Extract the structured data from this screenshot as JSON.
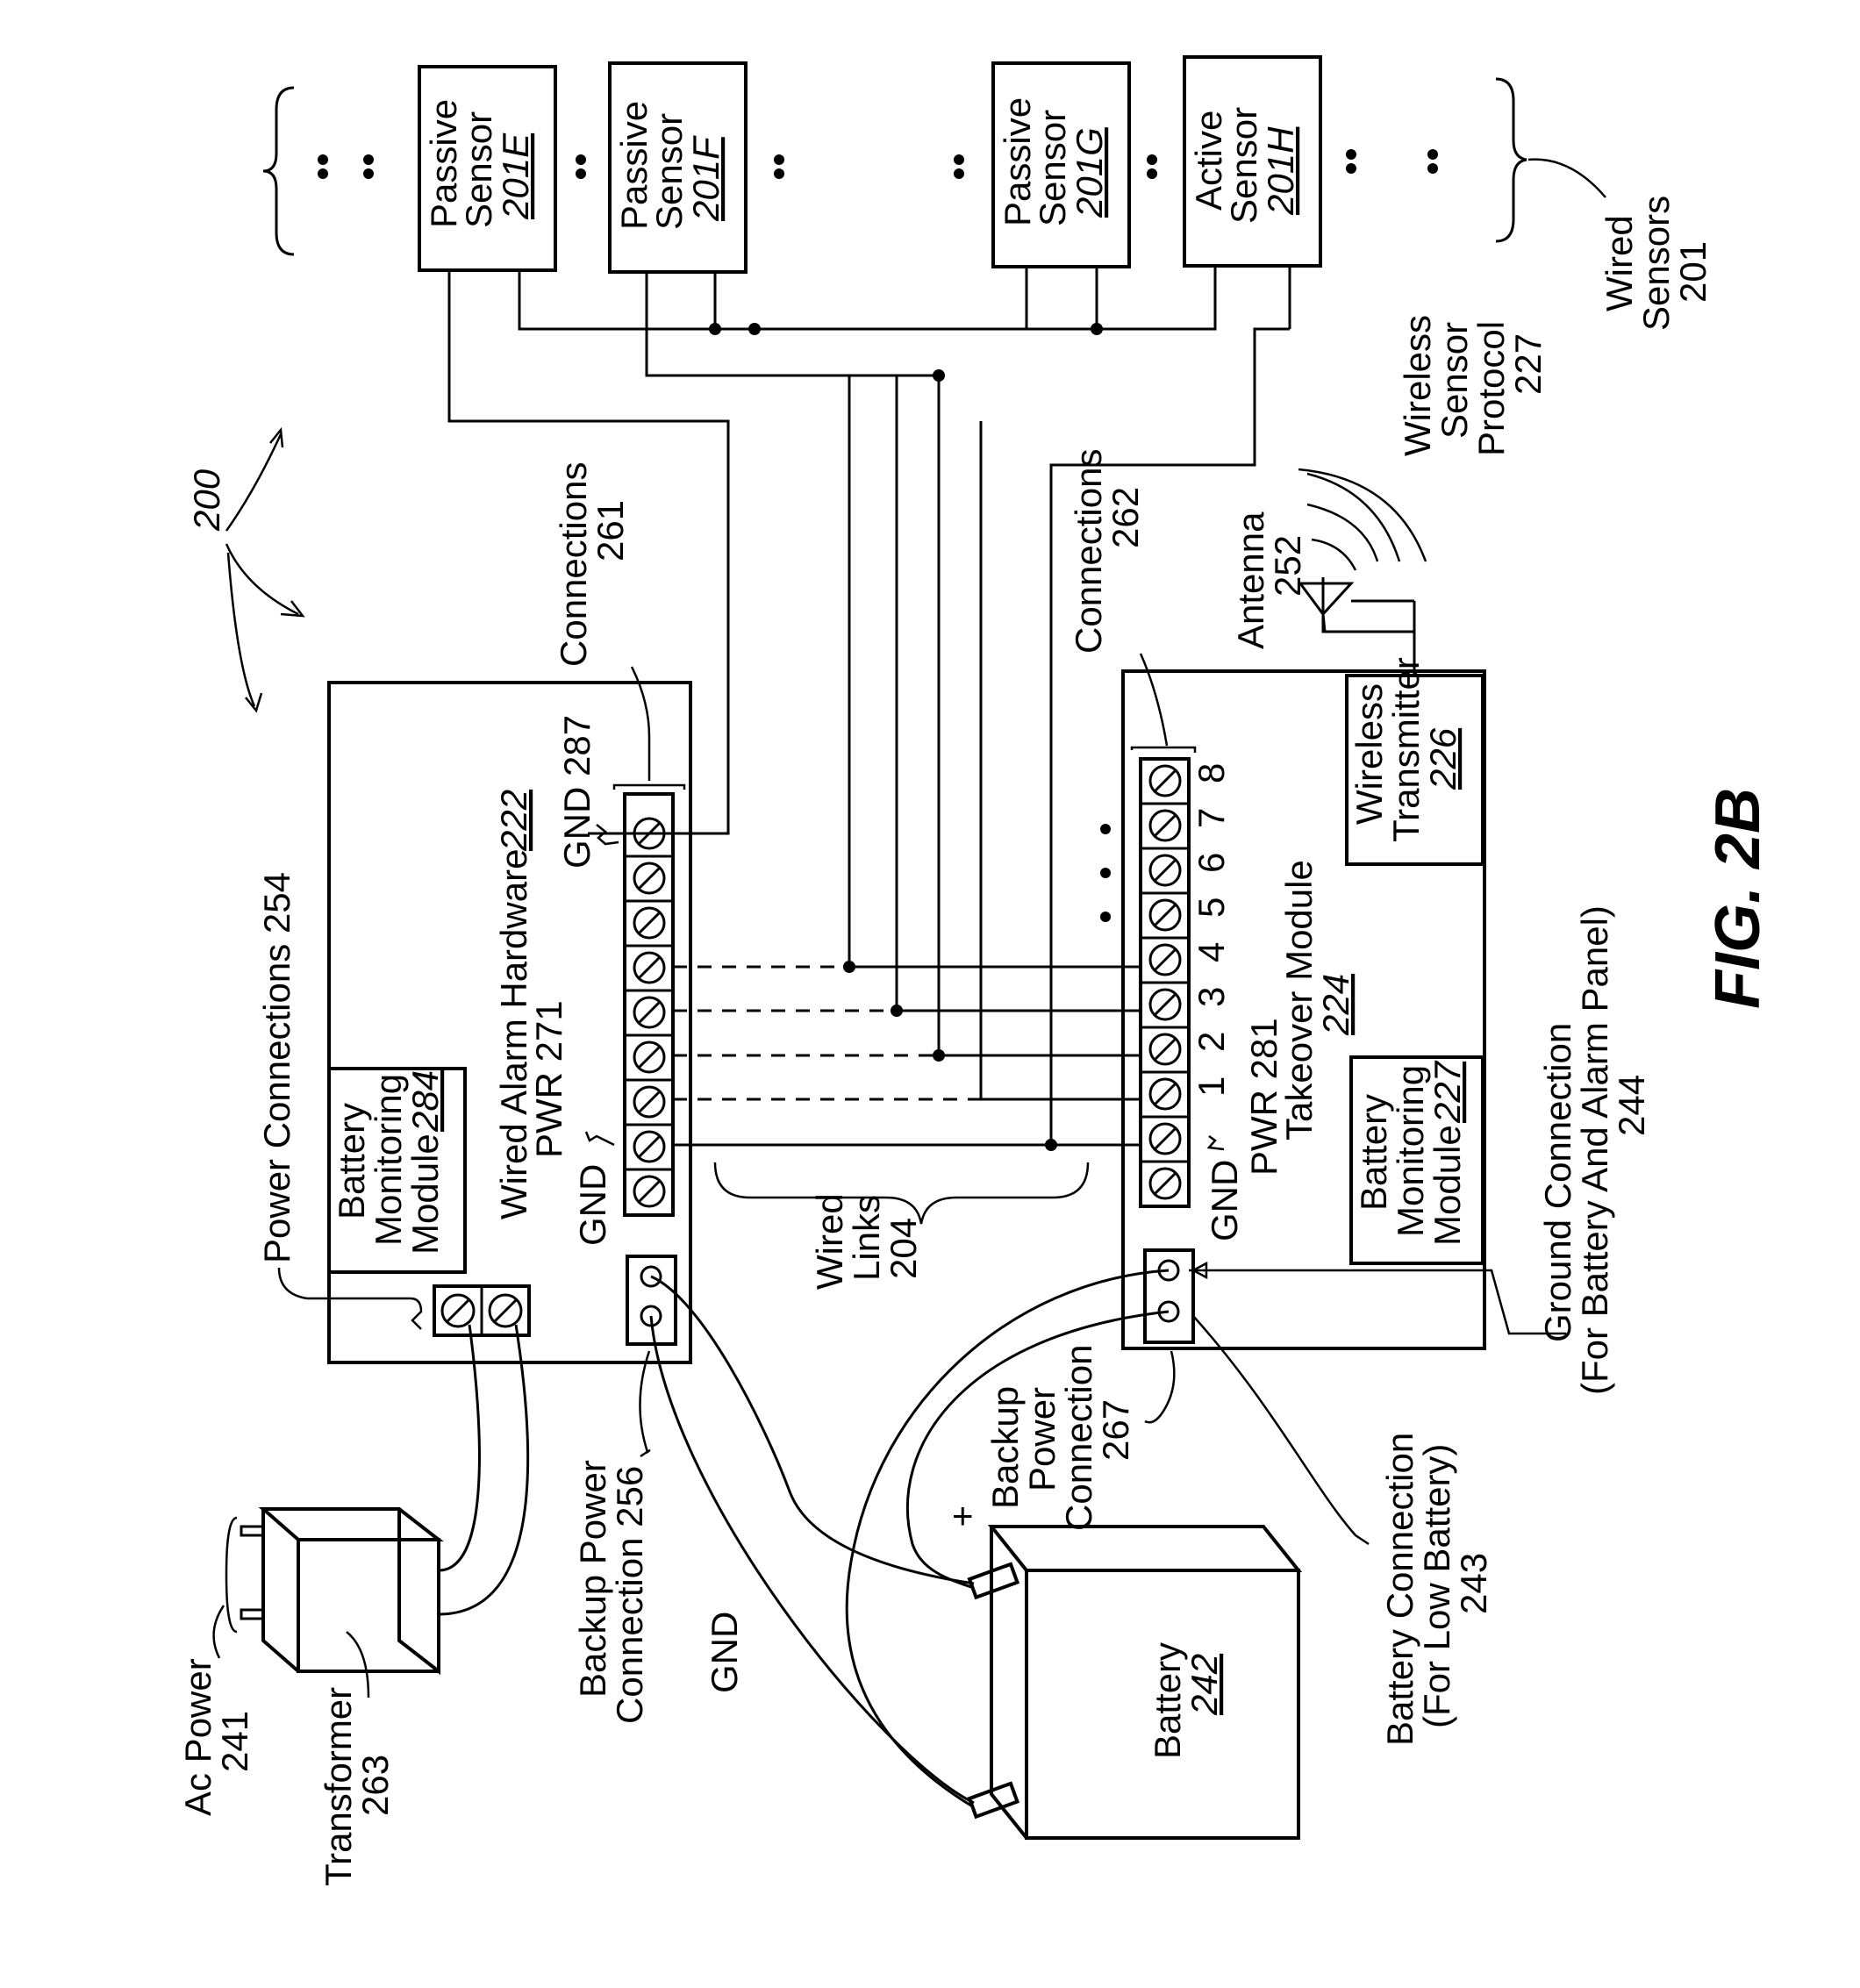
{
  "figure": {
    "title": "FIG.  2B",
    "system_ref": "200"
  },
  "sensors": {
    "group_label": "Wired",
    "group_label2": "Sensors",
    "group_ref": "201",
    "items": [
      {
        "kind": "Passive",
        "word": "Sensor",
        "ref": "201E"
      },
      {
        "kind": "Passive",
        "word": "Sensor",
        "ref": "201F"
      },
      {
        "kind": "Passive",
        "word": "Sensor",
        "ref": "201G"
      },
      {
        "kind": "Active",
        "word": "Sensor",
        "ref": "201H"
      }
    ]
  },
  "wireless_protocol": {
    "line1": "Wireless",
    "line2": "Sensor",
    "line3": "Protocol",
    "ref": "227"
  },
  "antenna": {
    "label": "Antenna",
    "ref": "252"
  },
  "wired_alarm_hardware": {
    "label": "Wired Alarm Hardware",
    "ref": "222",
    "battery_module": {
      "line1": "Battery",
      "line2": "Monitoring",
      "line3": "Module",
      "ref": "284"
    },
    "power_connections": "Power Connections 254",
    "connections_label": "Connections",
    "connections_ref": "261",
    "gnd_287": "GND 287",
    "pwr_271": "PWR 271",
    "gnd": "GND"
  },
  "takeover_module": {
    "label": "Takeover Module",
    "ref": "224",
    "battery_module": {
      "line1": "Battery",
      "line2": "Monitoring",
      "line3": "Module",
      "ref": "227"
    },
    "wireless_transmitter": {
      "line1": "Wireless",
      "line2": "Transmitter",
      "ref": "226"
    },
    "connections_label": "Connections",
    "connections_ref": "262",
    "pwr_281": "PWR 281",
    "gnd": "GND",
    "terminal_numbers": [
      "1",
      "2",
      "3",
      "4",
      "5",
      "6",
      "7",
      "8"
    ]
  },
  "wired_links": {
    "line1": "Wired",
    "line2": "Links",
    "ref": "204"
  },
  "backup_256": {
    "line1": "Backup Power",
    "line2": "Connection 256"
  },
  "gnd_wire": "GND",
  "backup_267": {
    "line1": "Backup",
    "line2": "Power",
    "line3": "Connection",
    "ref": "267"
  },
  "battery": {
    "label": "Battery",
    "ref": "242",
    "plus": "+"
  },
  "battery_connection": {
    "line1": "Battery Connection",
    "line2": "(For Low Battery)",
    "ref": "243"
  },
  "ground_connection": {
    "line1": "Ground Connection",
    "line2": "(For Battery And Alarm Panel)",
    "ref": "244"
  },
  "ac_power": {
    "label": "Ac Power",
    "ref": "241"
  },
  "transformer": {
    "label": "Transformer",
    "ref": "263"
  },
  "ellipsis": "••"
}
